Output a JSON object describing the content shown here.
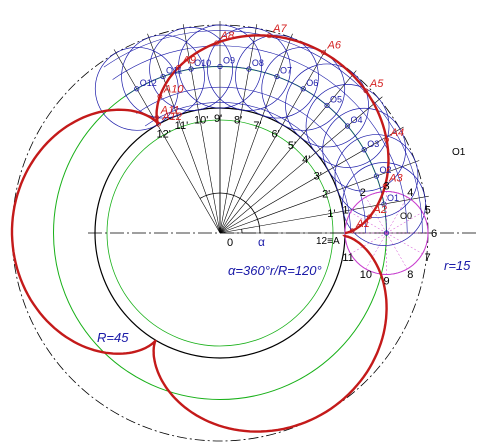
{
  "labels": {
    "a_points": [
      "A1",
      "A2",
      "A3",
      "A4",
      "A5",
      "A6",
      "A7",
      "A8",
      "A9",
      "A10",
      "A11",
      "A12"
    ],
    "a12_eq": "12≡A",
    "o1": "O1",
    "o0": "O0",
    "o_small": [
      "O1",
      "O2",
      "O3",
      "O4",
      "O5",
      "O6",
      "O7",
      "O8",
      "O9",
      "O10",
      "O11",
      "O12"
    ],
    "primed": [
      "1'",
      "2'",
      "3'",
      "4'",
      "5'",
      "6'",
      "7'",
      "8'",
      "9'",
      "10'",
      "11'",
      "12'"
    ],
    "small_nums": [
      "1",
      "2",
      "3",
      "4",
      "5",
      "6",
      "7",
      "8",
      "9",
      "10",
      "11"
    ],
    "center": "0",
    "alpha": "α",
    "formula": "α=360°r/R=120°",
    "r_label": "r=15",
    "R_label": "R=45"
  },
  "colors": {
    "red": "#c41a1a",
    "blue": "#1a1aa8",
    "green": "#18b018",
    "magenta": "#d040d0",
    "black": "#000000"
  }
}
